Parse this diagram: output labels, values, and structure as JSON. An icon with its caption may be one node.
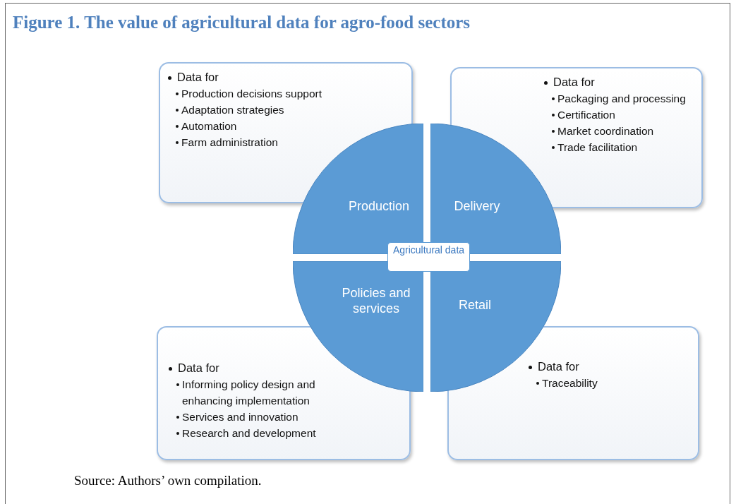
{
  "diagram": {
    "title": "Figure 1. The value of agricultural data for agro-food sectors",
    "caption": "Source: Authors’ own compilation.",
    "nodes": [
      {
        "text": [
          "Data for",
          "Production decisions support",
          "Adaptation strategies",
          "Automation",
          "Farm administration"
        ]
      },
      {
        "text": [
          "Data for",
          "Packaging and processing",
          "Certification",
          "Market coordination",
          "Trade facilitation"
        ]
      },
      {
        "text": [
          "Production"
        ]
      },
      {
        "text": [
          "Delivery"
        ]
      },
      {
        "text": [
          "Agricultural data"
        ]
      },
      {
        "text": [
          "Policies and services"
        ]
      },
      {
        "text": [
          "Retail"
        ]
      },
      {
        "text": [
          "Data for",
          "Informing policy design and enhancing implementation",
          "Services and innovation",
          "Research and development"
        ]
      },
      {
        "text": [
          "Data for",
          "Traceability"
        ]
      }
    ],
    "edges": []
  }
}
